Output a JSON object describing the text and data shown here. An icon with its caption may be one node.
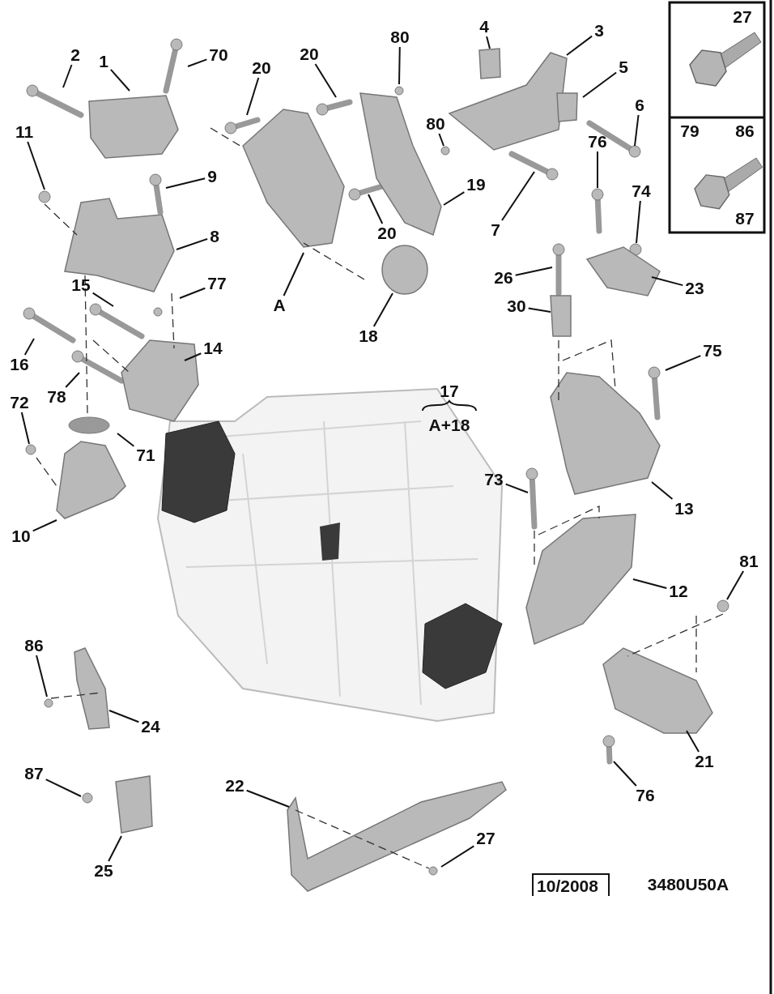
{
  "diagram": {
    "nodes": [
      {
        "text": [
          "2"
        ]
      },
      {
        "text": [
          "1"
        ]
      },
      {
        "text": [
          "70"
        ]
      },
      {
        "text": [
          "20"
        ]
      },
      {
        "text": [
          "20"
        ]
      },
      {
        "text": [
          "80"
        ]
      },
      {
        "text": [
          "4"
        ]
      },
      {
        "text": [
          "3"
        ]
      },
      {
        "text": [
          "5"
        ]
      },
      {
        "text": [
          "6"
        ]
      },
      {
        "text": [
          "11"
        ]
      },
      {
        "text": [
          "80"
        ]
      },
      {
        "text": [
          "9"
        ]
      },
      {
        "text": [
          "19"
        ]
      },
      {
        "text": [
          "7"
        ]
      },
      {
        "text": [
          "76"
        ]
      },
      {
        "text": [
          "74"
        ]
      },
      {
        "text": [
          "20"
        ]
      },
      {
        "text": [
          "8"
        ]
      },
      {
        "text": [
          "26"
        ]
      },
      {
        "text": [
          "23"
        ]
      },
      {
        "text": [
          "15"
        ]
      },
      {
        "text": [
          "77"
        ]
      },
      {
        "text": [
          "A"
        ]
      },
      {
        "text": [
          "14"
        ]
      },
      {
        "text": [
          "18"
        ]
      },
      {
        "text": [
          "30"
        ]
      },
      {
        "text": [
          "16"
        ]
      },
      {
        "text": [
          "75"
        ]
      },
      {
        "text": [
          "72"
        ]
      },
      {
        "text": [
          "78"
        ]
      },
      {
        "text": [
          "71"
        ]
      },
      {
        "text": [
          "73"
        ]
      },
      {
        "text": [
          "13"
        ]
      },
      {
        "text": [
          "10"
        ]
      },
      {
        "text": [
          "12"
        ]
      },
      {
        "text": [
          "81"
        ]
      },
      {
        "text": [
          "86"
        ]
      },
      {
        "text": [
          "24"
        ]
      },
      {
        "text": [
          "21"
        ]
      },
      {
        "text": [
          "87"
        ]
      },
      {
        "text": [
          "76"
        ]
      },
      {
        "text": [
          "22"
        ]
      },
      {
        "text": [
          "27"
        ]
      },
      {
        "text": [
          "25"
        ]
      }
    ],
    "edges": [
      {
        "from": 0,
        "to": null,
        "arrow": "none"
      },
      {
        "from": 1,
        "to": null,
        "arrow": "none"
      },
      {
        "from": 2,
        "to": null,
        "arrow": "none"
      },
      {
        "from": 3,
        "to": null,
        "arrow": "none"
      },
      {
        "from": 4,
        "to": null,
        "arrow": "none"
      },
      {
        "from": 5,
        "to": null,
        "arrow": "none"
      },
      {
        "from": 6,
        "to": null,
        "arrow": "none"
      },
      {
        "from": 7,
        "to": null,
        "arrow": "none"
      },
      {
        "from": 8,
        "to": null,
        "arrow": "none"
      },
      {
        "from": 9,
        "to": null,
        "arrow": "none"
      },
      {
        "from": 10,
        "to": null,
        "arrow": "none"
      },
      {
        "from": 11,
        "to": null,
        "arrow": "none"
      },
      {
        "from": 12,
        "to": null,
        "arrow": "none"
      },
      {
        "from": 13,
        "to": null,
        "arrow": "none"
      },
      {
        "from": 14,
        "to": null,
        "arrow": "none"
      },
      {
        "from": 15,
        "to": null,
        "arrow": "none"
      },
      {
        "from": 16,
        "to": null,
        "arrow": "none"
      },
      {
        "from": 17,
        "to": null,
        "arrow": "none"
      },
      {
        "from": 18,
        "to": null,
        "arrow": "none"
      },
      {
        "from": 19,
        "to": null,
        "arrow": "none"
      },
      {
        "from": 20,
        "to": null,
        "arrow": "none"
      },
      {
        "from": 21,
        "to": null,
        "arrow": "none"
      },
      {
        "from": 22,
        "to": null,
        "arrow": "none"
      },
      {
        "from": 23,
        "to": null,
        "arrow": "none"
      },
      {
        "from": 24,
        "to": null,
        "arrow": "none"
      },
      {
        "from": 25,
        "to": null,
        "arrow": "none"
      },
      {
        "from": 26,
        "to": null,
        "arrow": "none"
      },
      {
        "from": 27,
        "to": null,
        "arrow": "none"
      },
      {
        "from": 28,
        "to": null,
        "arrow": "none"
      },
      {
        "from": 29,
        "to": null,
        "arrow": "none"
      },
      {
        "from": 30,
        "to": null,
        "arrow": "none"
      },
      {
        "from": 31,
        "to": null,
        "arrow": "none"
      },
      {
        "from": 32,
        "to": null,
        "arrow": "none"
      },
      {
        "from": 33,
        "to": null,
        "arrow": "none"
      },
      {
        "from": 34,
        "to": null,
        "arrow": "none"
      },
      {
        "from": 35,
        "to": null,
        "arrow": "none"
      },
      {
        "from": 36,
        "to": null,
        "arrow": "none"
      },
      {
        "from": 37,
        "to": null,
        "arrow": "none"
      },
      {
        "from": 38,
        "to": null,
        "arrow": "none"
      },
      {
        "from": 39,
        "to": null,
        "arrow": "none"
      },
      {
        "from": 40,
        "to": null,
        "arrow": "none"
      },
      {
        "from": 41,
        "to": null,
        "arrow": "none"
      },
      {
        "from": 42,
        "to": null,
        "arrow": "none"
      },
      {
        "from": 43,
        "to": null,
        "arrow": "none"
      },
      {
        "from": 44,
        "to": null,
        "arrow": "none"
      }
    ],
    "labels": [
      "27",
      "79",
      "86",
      "87",
      "17",
      "A+18",
      "10/2008",
      "3480U50A"
    ]
  }
}
